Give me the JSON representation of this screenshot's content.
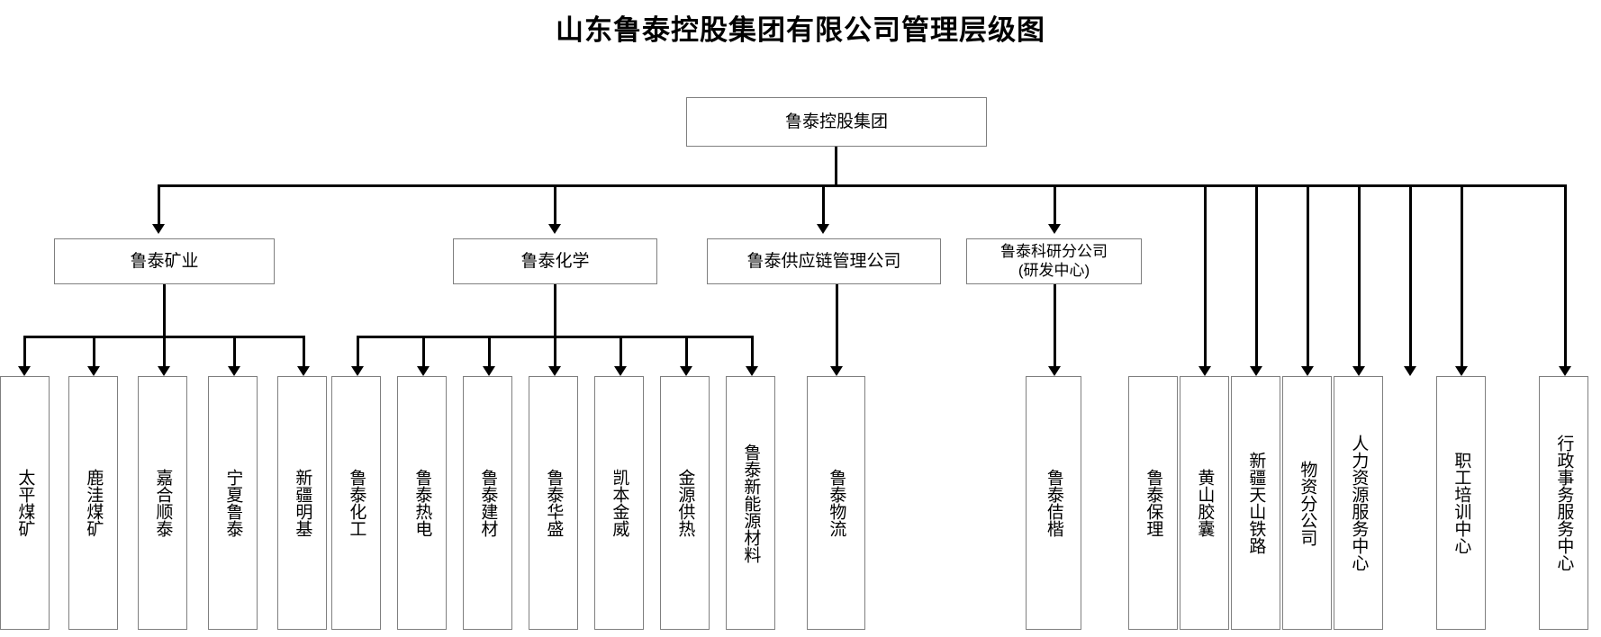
{
  "title": "山东鲁泰控股集团有限公司管理层级图",
  "root": {
    "label": "鲁泰控股集团"
  },
  "divisions": [
    {
      "label": "鲁泰矿业"
    },
    {
      "label": "鲁泰化学"
    },
    {
      "label": "鲁泰供应链管理公司"
    },
    {
      "label": "鲁泰科研分公司\n(研发中心)"
    }
  ],
  "mining_subsidiaries": [
    {
      "label": "太平煤矿"
    },
    {
      "label": "鹿洼煤矿"
    },
    {
      "label": "嘉合顺泰"
    },
    {
      "label": "宁夏鲁泰"
    },
    {
      "label": "新疆明基"
    }
  ],
  "chemical_subsidiaries": [
    {
      "label": "鲁泰化工"
    },
    {
      "label": "鲁泰热电"
    },
    {
      "label": "鲁泰建材"
    },
    {
      "label": "鲁泰华盛"
    },
    {
      "label": "凯本金威"
    },
    {
      "label": "金源供热"
    },
    {
      "label": "鲁泰新能源材料"
    }
  ],
  "supplychain_subsidiaries": [
    {
      "label": "鲁泰物流"
    }
  ],
  "direct_units": [
    {
      "label": "鲁泰佶楷"
    },
    {
      "label": "鲁泰保理"
    },
    {
      "label": "黄山胶囊"
    },
    {
      "label": "新疆天山铁路"
    },
    {
      "label": "物资分公司"
    },
    {
      "label": "人力资源服务中心"
    },
    {
      "label": "职工培训中心"
    },
    {
      "label": "行政事务服务中心"
    }
  ],
  "colors": {
    "box_border": "#7f7f7f",
    "connector": "#000000",
    "background": "#ffffff",
    "text": "#000000"
  }
}
